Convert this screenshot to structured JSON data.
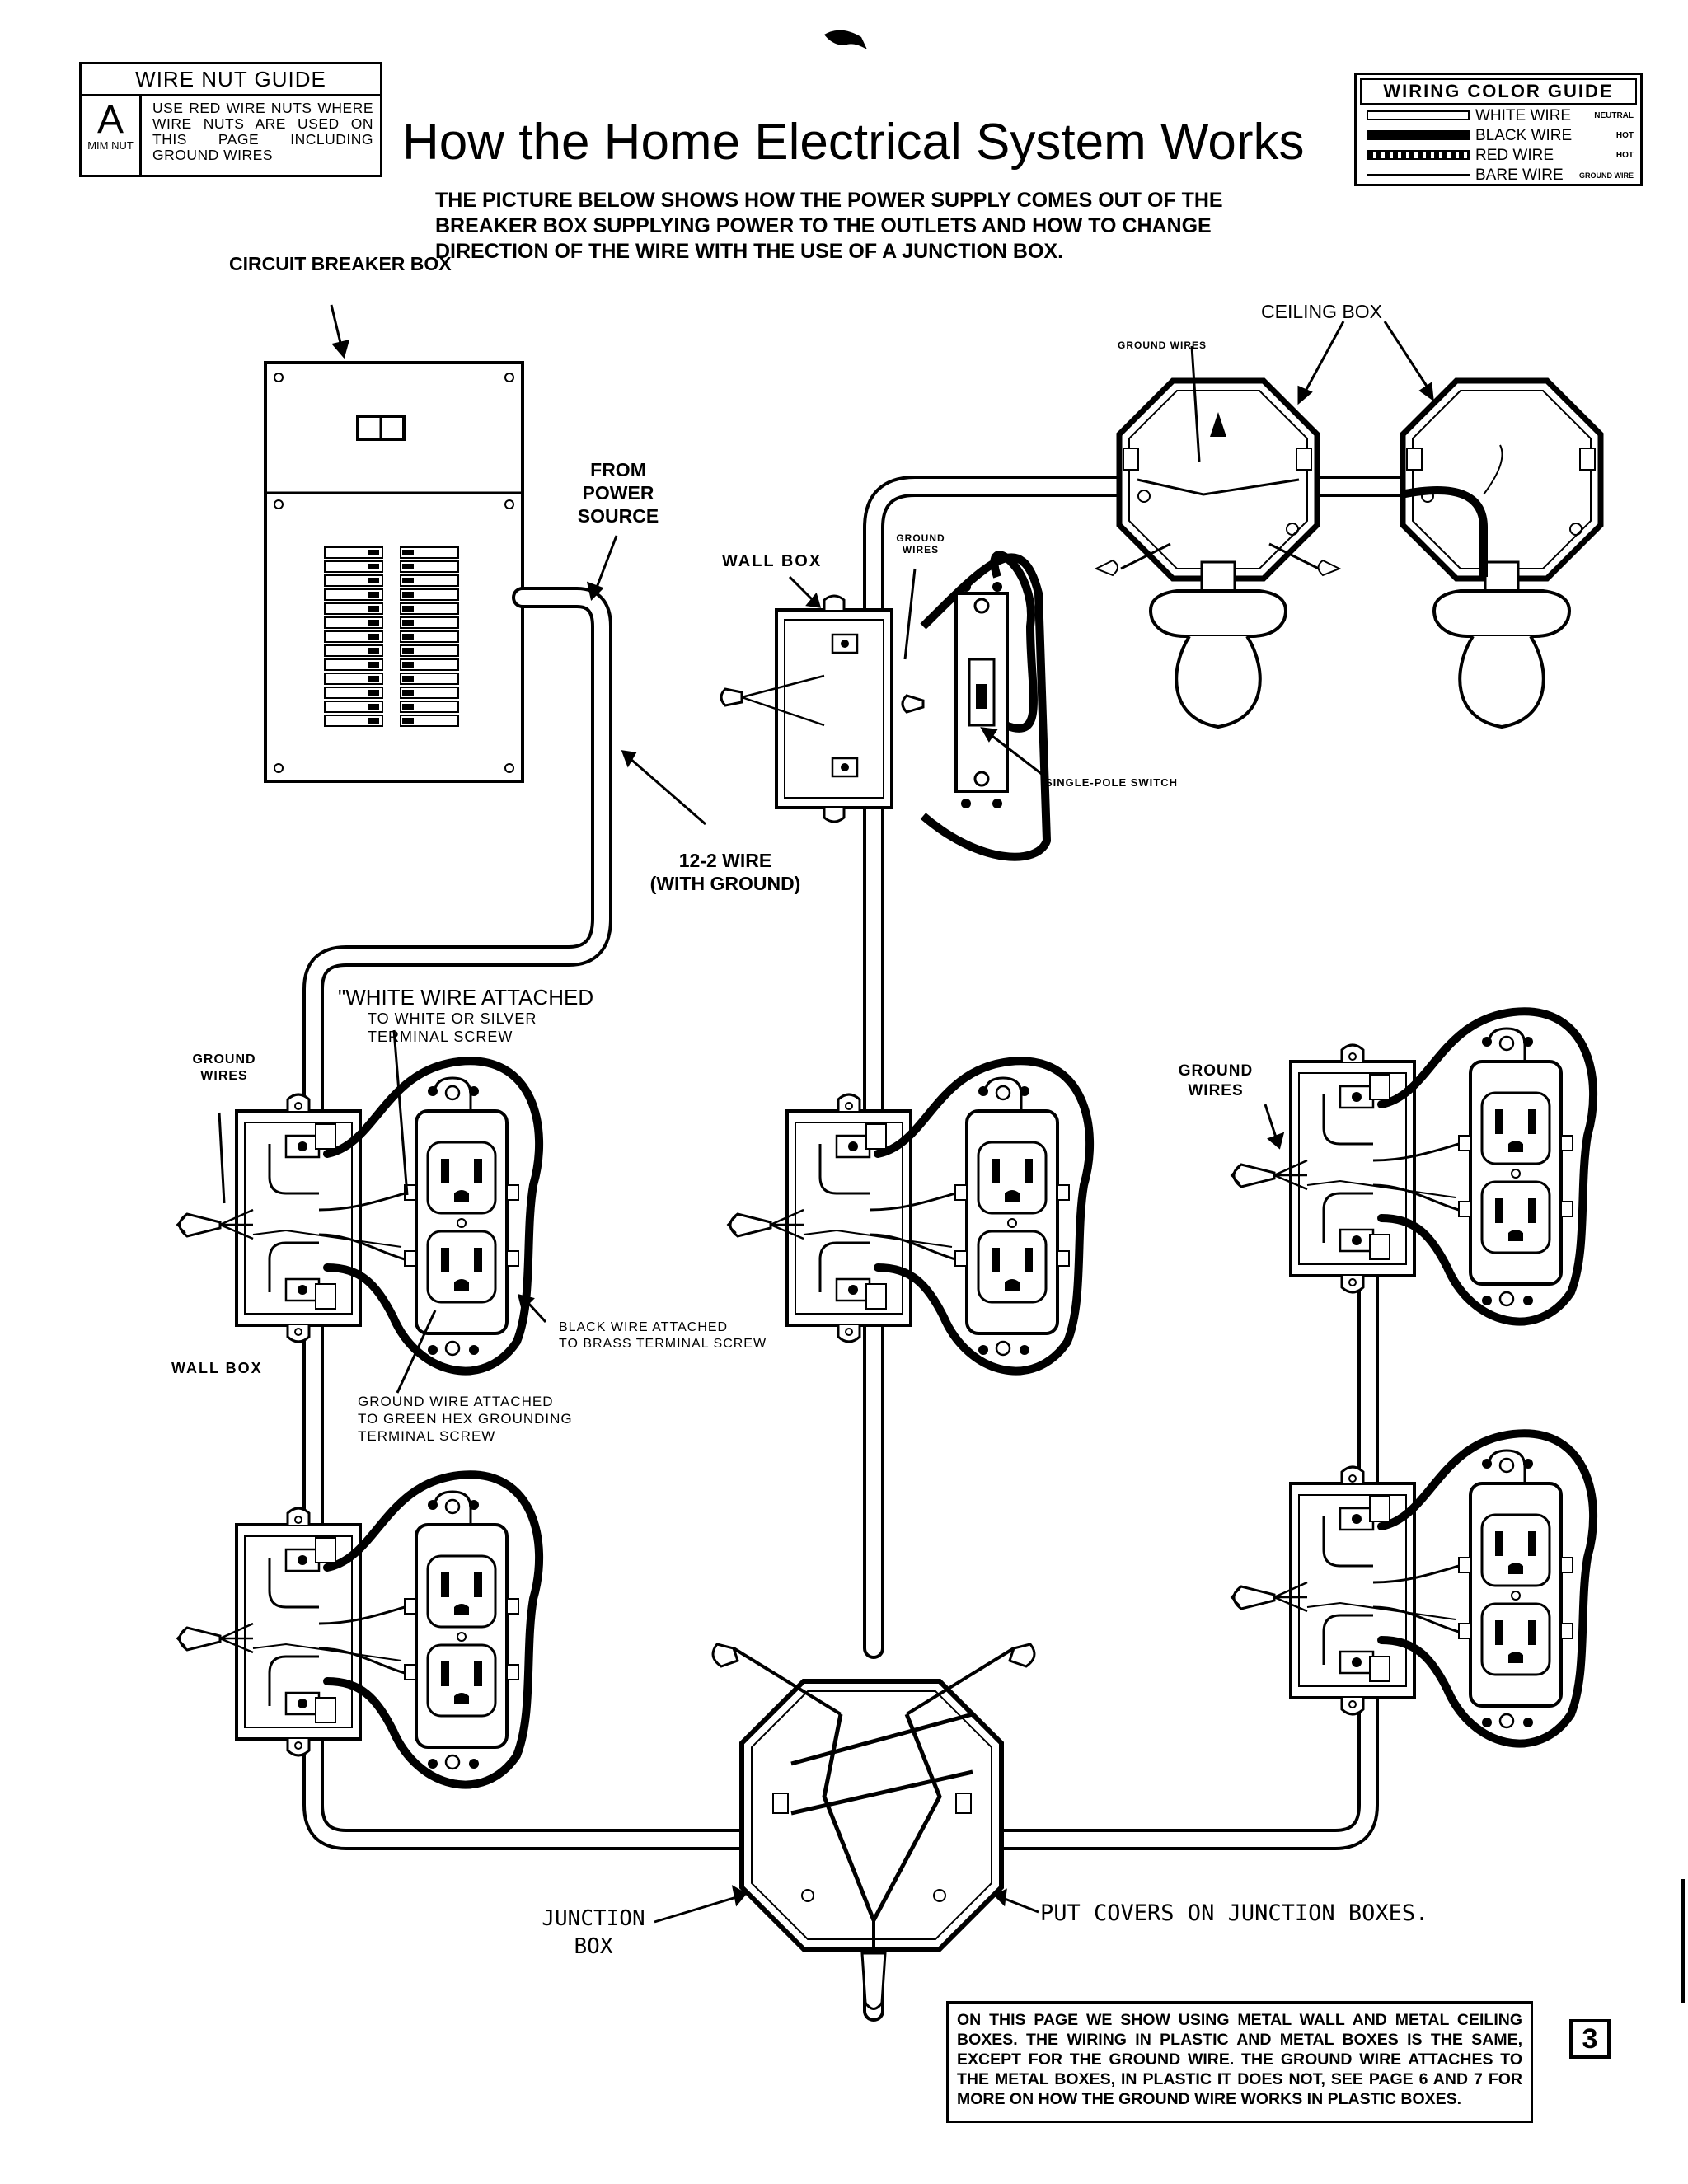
{
  "wire_nut_guide": {
    "heading": "WIRE NUT GUIDE",
    "letter": "A",
    "brand": "MIM NUT",
    "text": "USE RED WIRE NUTS WHERE WIRE NUTS ARE USED ON THIS PAGE INCLUDING GROUND WIRES"
  },
  "title": "How the Home Electrical System Works",
  "wiring_color_guide": {
    "heading": "WIRING COLOR GUIDE",
    "rows": [
      {
        "name": "WHITE WIRE",
        "tag": "NEUTRAL"
      },
      {
        "name": "BLACK WIRE",
        "tag": "HOT"
      },
      {
        "name": "RED WIRE",
        "tag": "HOT"
      },
      {
        "name": "BARE WIRE",
        "tag": "GROUND WIRE"
      }
    ]
  },
  "intro": "THE PICTURE BELOW SHOWS HOW THE POWER SUPPLY COMES OUT OF THE BREAKER BOX SUPPLYING POWER TO THE OUTLETS AND HOW TO CHANGE DIRECTION OF THE WIRE WITH THE USE OF A JUNCTION BOX.",
  "labels": {
    "circuit_breaker_box": "CIRCUIT BREAKER BOX",
    "from_power_source": "FROM POWER SOURCE",
    "wire_12_2_line1": "12-2 WIRE",
    "wire_12_2_line2": "(WITH GROUND)",
    "ceiling_box": "CEILING BOX",
    "ground_wires_ceiling": "GROUND WIRES",
    "wall_box_top": "WALL BOX",
    "ground_wires_switch": "GROUND WIRES",
    "single_pole_switch": "SINGLE-POLE SWITCH",
    "white_wire_attached_1": "\"WHITE WIRE ATTACHED",
    "white_wire_attached_2": "TO WHITE OR SILVER",
    "white_wire_attached_3": "TERMINAL SCREW",
    "ground_wires_left": "GROUND WIRES",
    "ground_wires_right": "GROUND WIRES",
    "black_wire_1": "BLACK WIRE ATTACHED",
    "black_wire_2": "TO BRASS TERMINAL SCREW",
    "wall_box_left": "WALL BOX",
    "ground_wire_1": "GROUND WIRE ATTACHED",
    "ground_wire_2": "TO GREEN HEX GROUNDING",
    "ground_wire_3": "TERMINAL SCREW",
    "junction_box_1": "JUNCTION",
    "junction_box_2": "BOX",
    "put_covers": "PUT COVERS ON JUNCTION BOXES."
  },
  "note": "ON THIS PAGE WE SHOW USING METAL WALL AND METAL CEILING BOXES. THE WIRING IN PLASTIC AND METAL BOXES IS THE SAME, EXCEPT FOR THE GROUND WIRE. THE GROUND WIRE ATTACHES TO THE METAL BOXES, IN PLASTIC IT DOES NOT, SEE PAGE 6 AND 7 FOR MORE ON HOW THE GROUND WIRE WORKS IN PLASTIC BOXES.",
  "page_number": "3"
}
